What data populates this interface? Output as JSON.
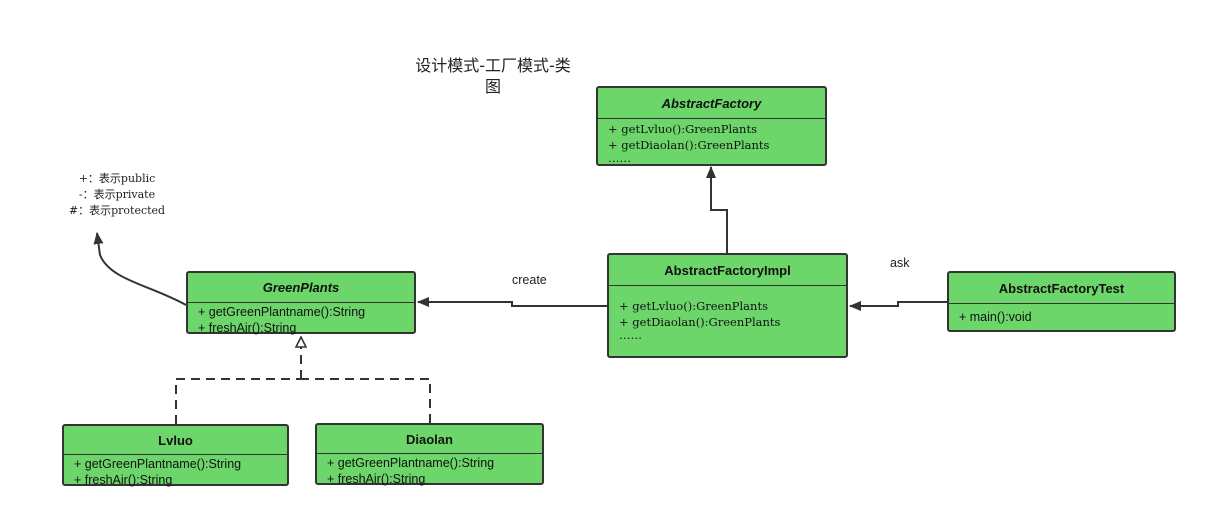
{
  "title_lines": [
    "设计模式-工厂模式-类",
    "图"
  ],
  "legend": [
    "+：表示public",
    "-：表示private",
    "#：表示protected"
  ],
  "labels": {
    "create": "create",
    "ask": "ask"
  },
  "classes": {
    "abstract_factory": {
      "name": "AbstractFactory",
      "members": [
        "+ getLvluo():GreenPlants",
        "+ getDiaolan():GreenPlants",
        "……"
      ]
    },
    "abstract_factory_impl": {
      "name": "AbstractFactoryImpl",
      "members": [
        "+ getLvluo():GreenPlants",
        "+ getDiaolan():GreenPlants",
        "……"
      ]
    },
    "abstract_factory_test": {
      "name": "AbstractFactoryTest",
      "members": [
        "+ main():void"
      ]
    },
    "green_plants": {
      "name": "GreenPlants",
      "members": [
        "+ getGreenPlantname():String",
        "+ freshAir():String"
      ]
    },
    "lvluo": {
      "name": "Lvluo",
      "members": [
        "+ getGreenPlantname():String",
        "+ freshAir():String"
      ]
    },
    "diaolan": {
      "name": "Diaolan",
      "members": [
        "+ getGreenPlantname():String",
        "+ freshAir():String"
      ]
    }
  },
  "colors": {
    "class_fill": "#6dd66a",
    "stroke": "#333333"
  }
}
